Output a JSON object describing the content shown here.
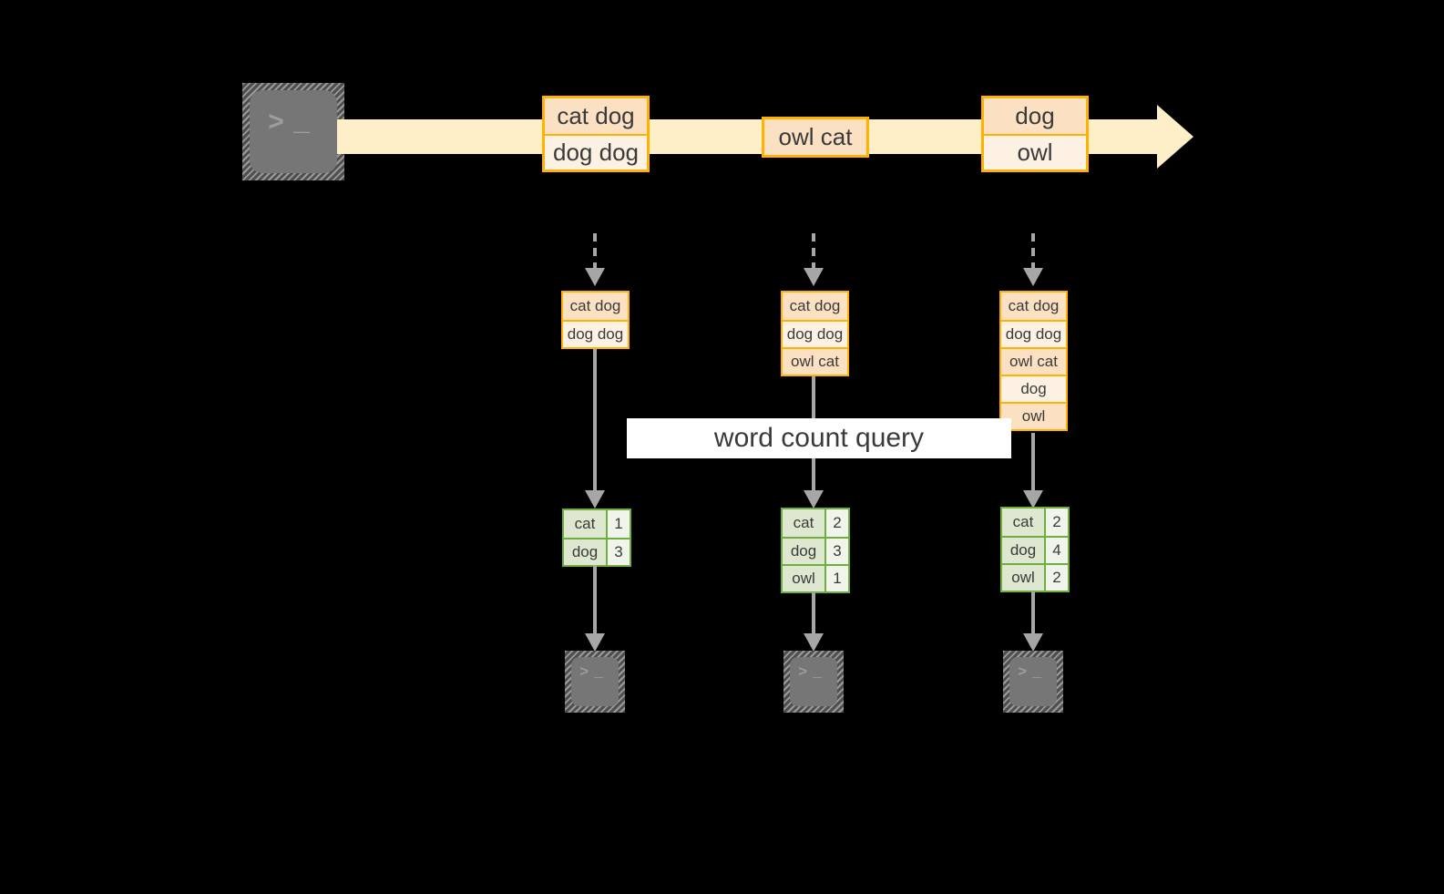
{
  "diagram": {
    "title_label": "word count query",
    "colors": {
      "background": "#000000",
      "stream_band": "#FFEFC9",
      "message_border": "#FFB300",
      "message_fill_dark": "#FBE0C2",
      "message_fill_light": "#FDF1E4",
      "result_border": "#6FAE3E",
      "result_key_fill": "#DEE8D0",
      "result_value_fill": "#F0F4EB",
      "connector": "#A6A6A6",
      "terminal_fill": "#767676",
      "label_band": "#FFFFFF",
      "text": "#3A3A3A"
    },
    "producer": {
      "icon": "terminal-icon",
      "glyph_prompt": ">",
      "glyph_cursor": "_"
    },
    "stream": {
      "groups": [
        {
          "messages": [
            "cat dog",
            "dog dog"
          ]
        },
        {
          "messages": [
            "owl cat"
          ]
        },
        {
          "messages": [
            "dog",
            "owl"
          ]
        }
      ]
    },
    "snapshots": [
      {
        "messages": [
          "cat dog",
          "dog dog"
        ]
      },
      {
        "messages": [
          "cat dog",
          "dog dog",
          "owl cat"
        ]
      },
      {
        "messages": [
          "cat dog",
          "dog dog",
          "owl cat",
          "dog",
          "owl"
        ]
      }
    ],
    "results": [
      {
        "rows": [
          {
            "word": "cat",
            "count": "1"
          },
          {
            "word": "dog",
            "count": "3"
          }
        ]
      },
      {
        "rows": [
          {
            "word": "cat",
            "count": "2"
          },
          {
            "word": "dog",
            "count": "3"
          },
          {
            "word": "owl",
            "count": "1"
          }
        ]
      },
      {
        "rows": [
          {
            "word": "cat",
            "count": "2"
          },
          {
            "word": "dog",
            "count": "4"
          },
          {
            "word": "owl",
            "count": "2"
          }
        ]
      }
    ],
    "consumers": [
      {
        "icon": "terminal-icon",
        "glyph_prompt": ">",
        "glyph_cursor": "_"
      },
      {
        "icon": "terminal-icon",
        "glyph_prompt": ">",
        "glyph_cursor": "_"
      },
      {
        "icon": "terminal-icon",
        "glyph_prompt": ">",
        "glyph_cursor": "_"
      }
    ]
  }
}
